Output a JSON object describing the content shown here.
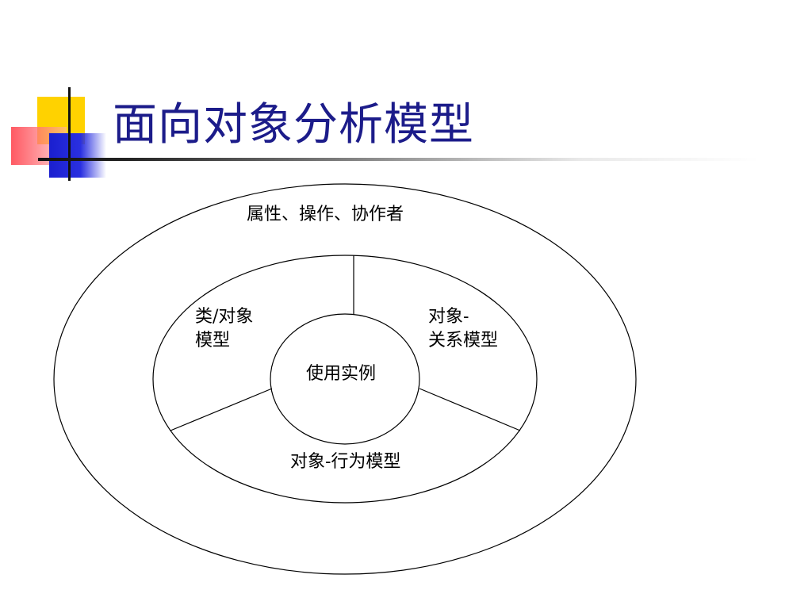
{
  "slide": {
    "title": "面向对象分析模型"
  },
  "diagram": {
    "outer_ring_label": "属性、操作、协作者",
    "center_label": "使用实例",
    "segments": {
      "class_object_line1": "类/对象",
      "class_object_line2": "模型",
      "object_relation_line1": "对象-",
      "object_relation_line2": "关系模型",
      "object_behavior": "对象-行为模型"
    }
  },
  "colors": {
    "title": "#1c1c8a",
    "deco_yellow": "#ffd200",
    "deco_red": "#ff5060",
    "deco_blue": "#1a1fcf",
    "stroke": "#000000"
  }
}
